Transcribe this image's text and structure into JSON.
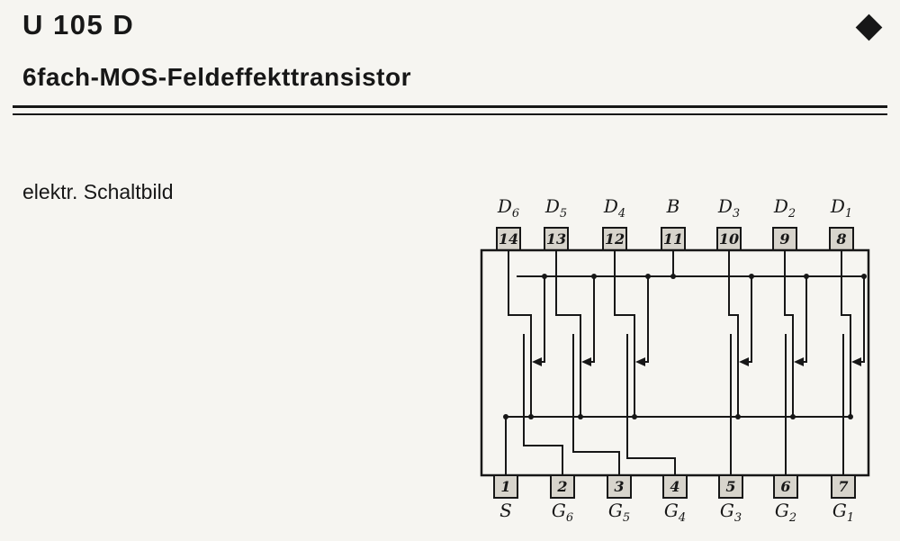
{
  "page": {
    "title": "U 105 D",
    "subtitle": "6fach-MOS-Feldeffekttransistor",
    "section_label": "elektr. Schaltbild",
    "corner_icon": "diamond-icon",
    "ink_color": "#171717",
    "paper_color": "#f6f5f1"
  },
  "schematic": {
    "description": "14-pin IC internal schematic with 6 MOS field-effect transistors, common source and common bulk",
    "transistor_count": 6,
    "top_pins": [
      {
        "label": "D",
        "sub": "6",
        "number": "14"
      },
      {
        "label": "D",
        "sub": "5",
        "number": "13"
      },
      {
        "label": "D",
        "sub": "4",
        "number": "12"
      },
      {
        "label": "B",
        "sub": "",
        "number": "11"
      },
      {
        "label": "D",
        "sub": "3",
        "number": "10"
      },
      {
        "label": "D",
        "sub": "2",
        "number": "9"
      },
      {
        "label": "D",
        "sub": "1",
        "number": "8"
      }
    ],
    "bottom_pins": [
      {
        "label": "S",
        "sub": "",
        "number": "1"
      },
      {
        "label": "G",
        "sub": "6",
        "number": "2"
      },
      {
        "label": "G",
        "sub": "5",
        "number": "3"
      },
      {
        "label": "G",
        "sub": "4",
        "number": "4"
      },
      {
        "label": "G",
        "sub": "3",
        "number": "5"
      },
      {
        "label": "G",
        "sub": "2",
        "number": "6"
      },
      {
        "label": "G",
        "sub": "1",
        "number": "7"
      }
    ]
  }
}
